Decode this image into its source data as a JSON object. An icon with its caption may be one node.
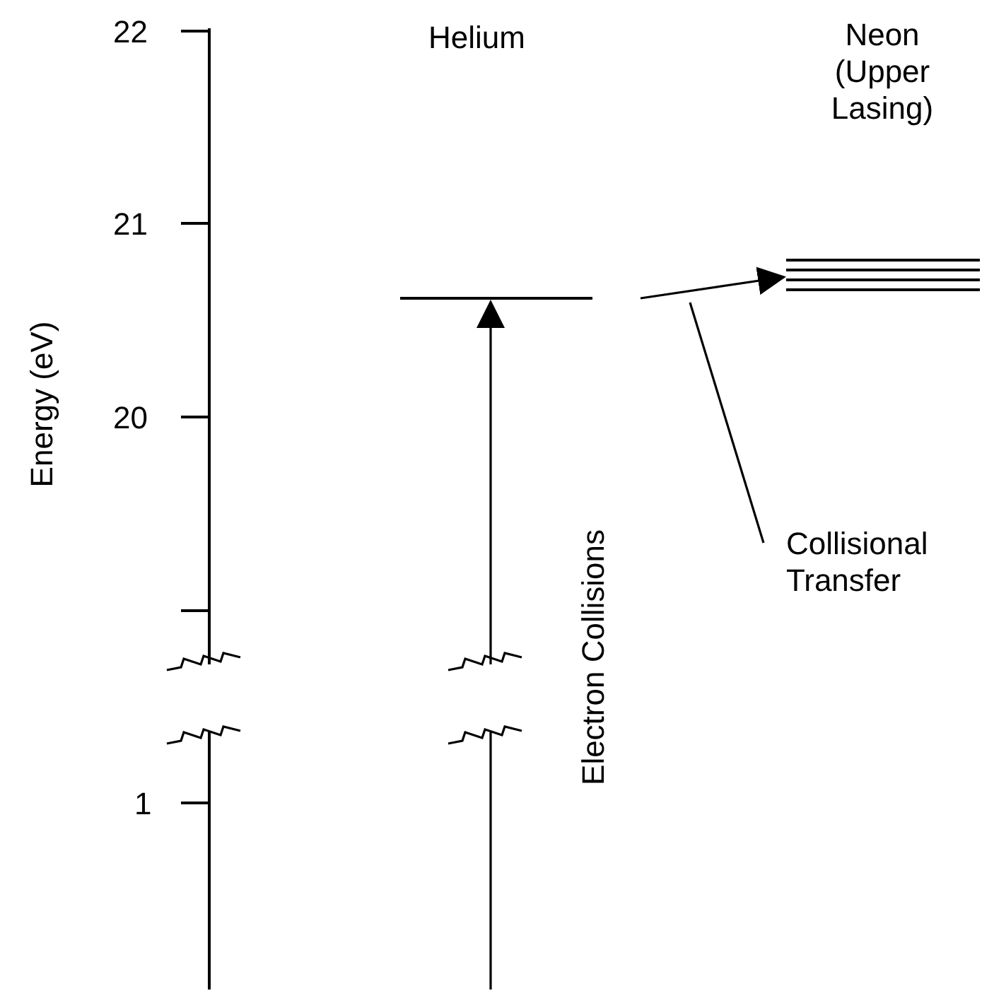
{
  "diagram": {
    "nodes": [
      {
        "text": [],
        "shape": "bar"
      },
      {
        "text": [
          "Neon (Upper Lasing)"
        ]
      },
      {
        "text": [
          "Collisional Transfer"
        ]
      }
    ],
    "edges": [
      {
        "from": null,
        "to": 0,
        "arrow": "to",
        "label": "Electron Collisions"
      },
      {
        "from": 0,
        "to": 1,
        "arrow": "to"
      },
      {
        "from": 2,
        "to": null,
        "arrow": "none"
      }
    ],
    "labels": [
      "Helium",
      "Energy (eV)",
      "22",
      "21",
      "20",
      "1"
    ]
  }
}
